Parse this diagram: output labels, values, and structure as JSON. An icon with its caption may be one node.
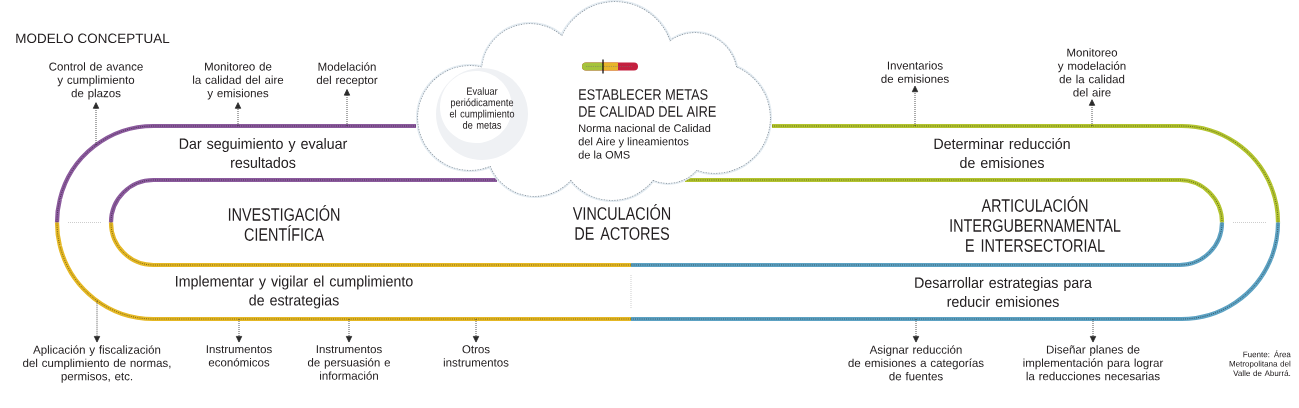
{
  "diagram": {
    "title": "MODELO CONCEPTUAL",
    "nodes": [
      {
        "text": [
          "Control de avance y cumplimiento de plazos"
        ]
      },
      {
        "text": [
          "Monitoreo de la calidad del aire y emisiones"
        ]
      },
      {
        "text": [
          "Modelación del receptor"
        ]
      },
      {
        "text": [
          "ESTABLECER METAS DE CALIDAD DEL AIRE",
          "Norma nacional de Calidad del Aire y lineamientos de la OMS"
        ]
      },
      {
        "text": [
          "Evaluar periódicamente el cumplimiento de metas"
        ],
        "in": 3
      },
      {
        "text": [
          "Inventarios de emisiones"
        ]
      },
      {
        "text": [
          "Monitoreo y modelación de la calidad del aire"
        ]
      },
      {
        "text": [
          "Dar seguimiento y evaluar resultados"
        ]
      },
      {
        "text": [
          "Determinar reducción de emisiones"
        ]
      },
      {
        "text": [
          "INVESTIGACIÓN CIENTÍFICA",
          "VINCULACIÓN DE ACTORES",
          "ARTICULACIÓN INTERGUBERNAMENTAL E INTERSECTORIAL"
        ]
      },
      {
        "text": [
          "Implementar y vigilar el cumplimiento de estrategias"
        ]
      },
      {
        "text": [
          "Desarrollar estrategias para reducir emisiones"
        ]
      },
      {
        "text": [
          "Aplicación y fiscalización del cumplimiento de normas, permisos, etc."
        ]
      },
      {
        "text": [
          "Instrumentos económicos"
        ]
      },
      {
        "text": [
          "Instrumentos de persuasión e información"
        ]
      },
      {
        "text": [
          "Otros instrumentos"
        ]
      },
      {
        "text": [
          "Asignar reducción de emisiones a categorías de fuentes"
        ]
      },
      {
        "text": [
          "Diseñar planes de implementación para lograr la reducciones necesarias"
        ]
      }
    ],
    "edges": [
      {
        "from": 7,
        "to": 0,
        "arrow": "to",
        "style": "dashed"
      },
      {
        "from": 7,
        "to": 1,
        "arrow": "to",
        "style": "dashed"
      },
      {
        "from": 7,
        "to": 2,
        "arrow": "to",
        "style": "dashed"
      },
      {
        "from": 8,
        "to": 5,
        "arrow": "to",
        "style": "dashed"
      },
      {
        "from": 8,
        "to": 6,
        "arrow": "to",
        "style": "dashed"
      },
      {
        "from": 10,
        "to": 12,
        "arrow": "to",
        "style": "dashed"
      },
      {
        "from": 10,
        "to": 13,
        "arrow": "to",
        "style": "dashed"
      },
      {
        "from": 10,
        "to": 14,
        "arrow": "to",
        "style": "dashed"
      },
      {
        "from": 10,
        "to": 15,
        "arrow": "to",
        "style": "dashed"
      },
      {
        "from": 11,
        "to": 16,
        "arrow": "to",
        "style": "dashed"
      },
      {
        "from": 11,
        "to": 17,
        "arrow": "to",
        "style": "dashed"
      }
    ],
    "labels": [
      "Fuente: Área Metropolitana del Valle de Aburrá."
    ]
  }
}
